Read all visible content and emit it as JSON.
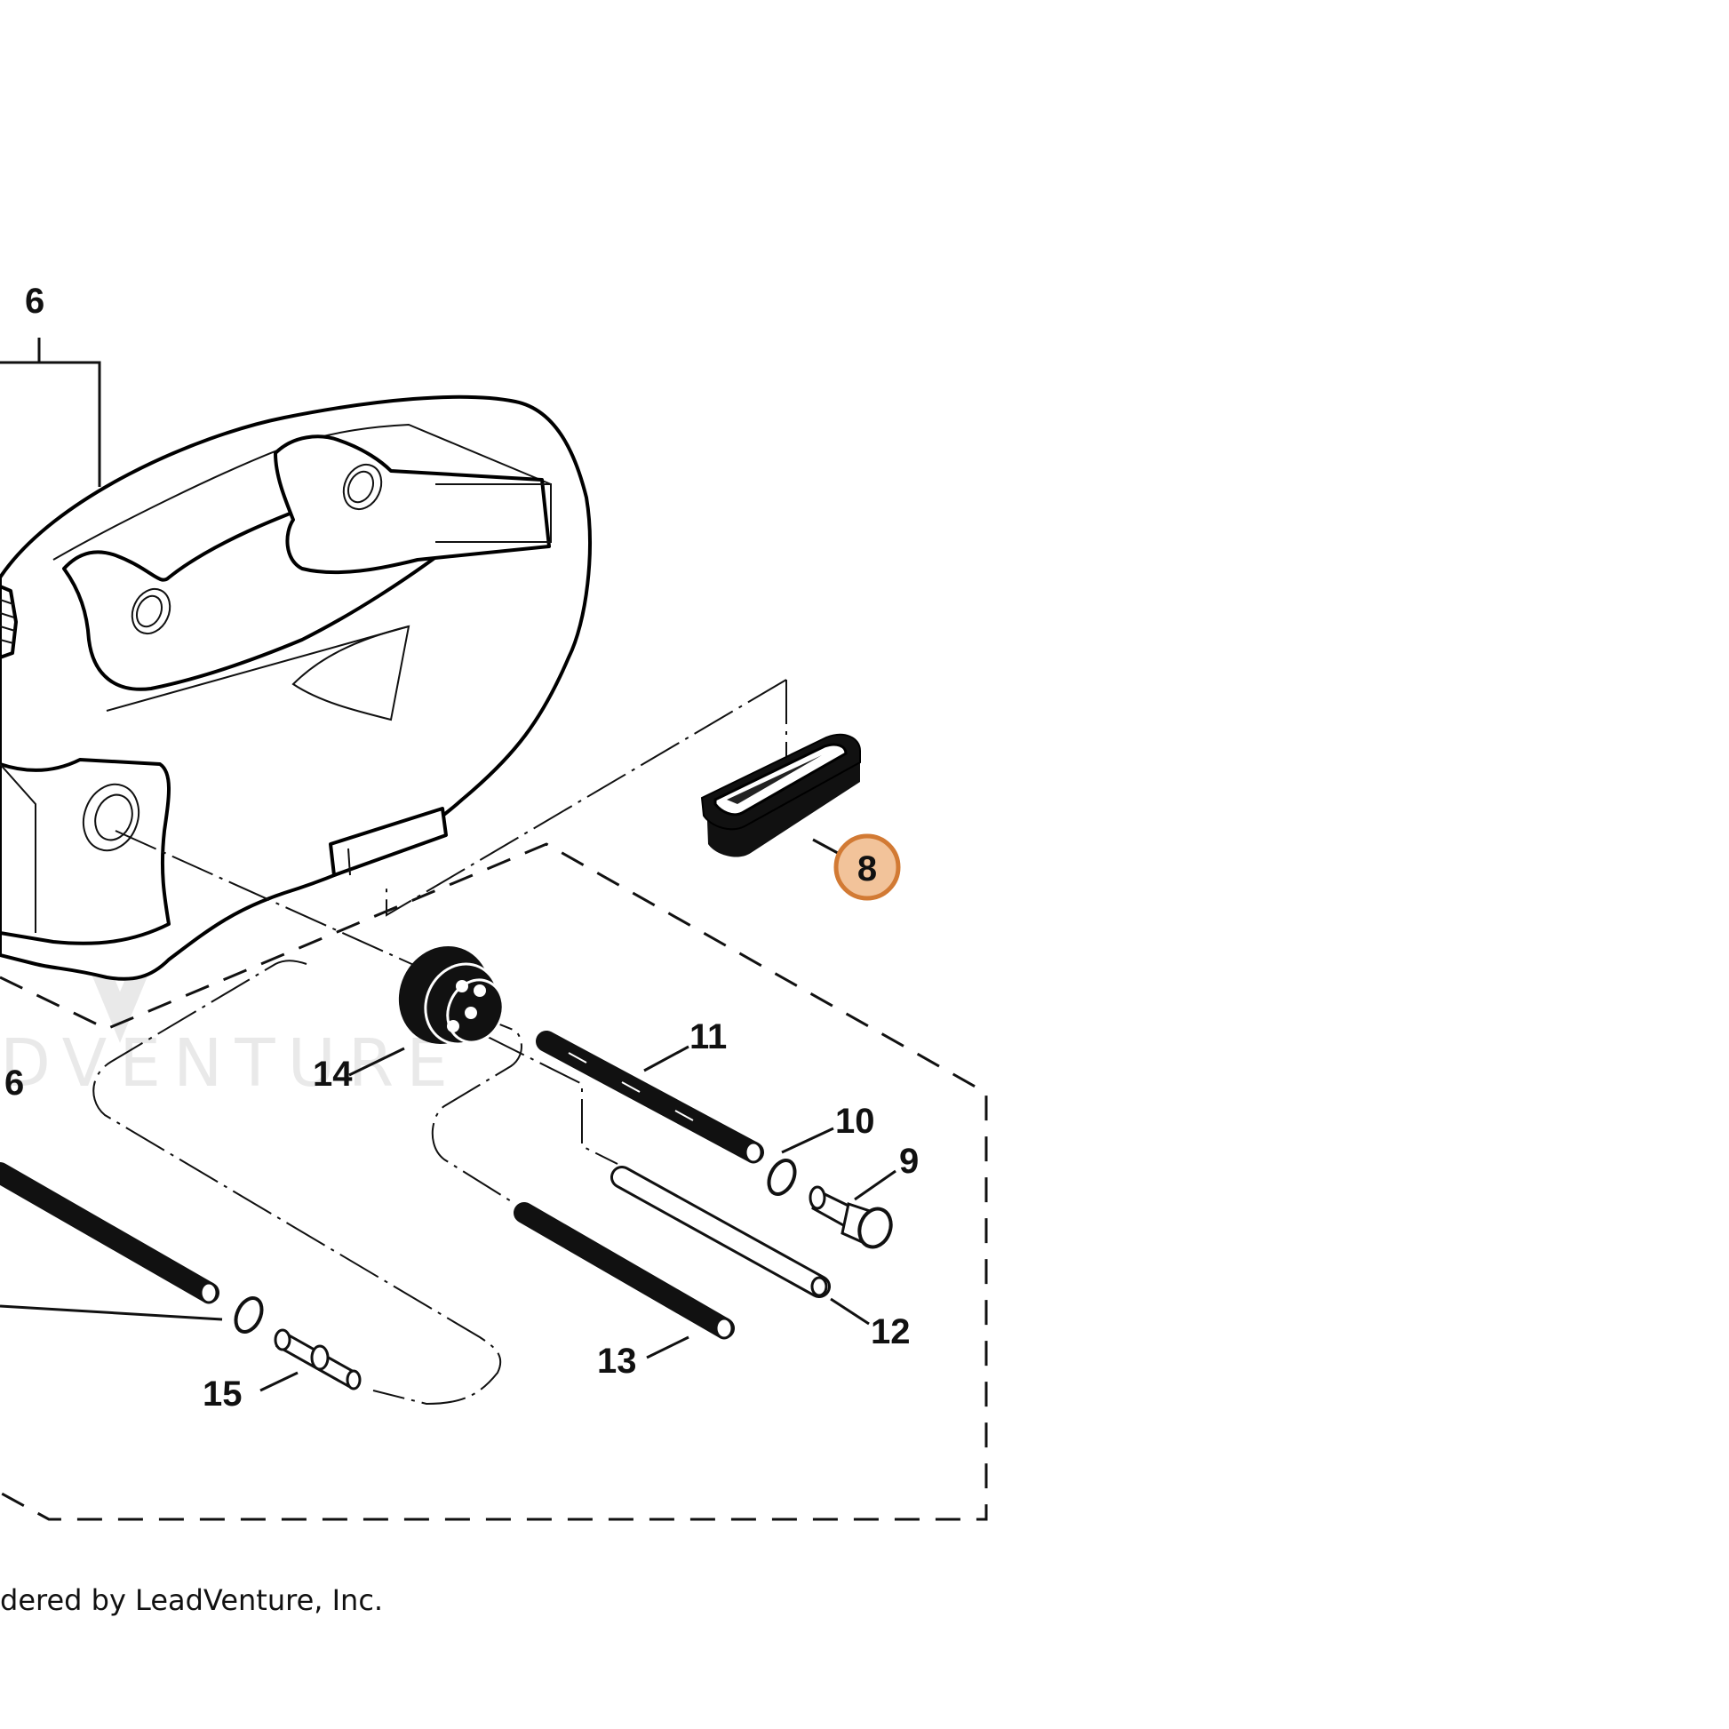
{
  "diagram": {
    "callouts": {
      "c6_top": "6",
      "c6_left": "6",
      "c8": "8",
      "c9": "9",
      "c10": "10",
      "c11": "11",
      "c12": "12",
      "c13": "13",
      "c14": "14",
      "c15": "15"
    },
    "highlighted_callout": "8",
    "highlight_color": "#f2c39a",
    "highlight_stroke": "#d27a34",
    "credit": "dered by LeadVenture, Inc.",
    "watermark": "DVENTURE"
  }
}
